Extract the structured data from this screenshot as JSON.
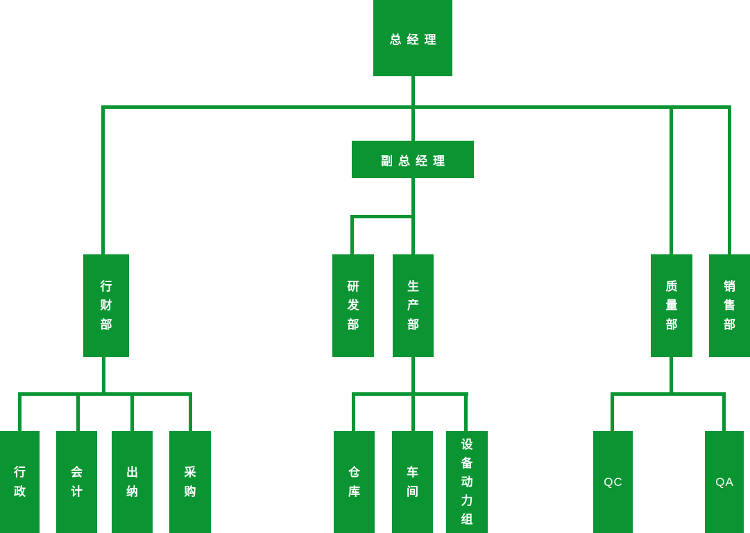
{
  "diagram": {
    "type": "org-chart",
    "colors": {
      "primary": "#0a9432",
      "text_on_primary": "#ffffff",
      "background": "#ffffff"
    },
    "nodes": {
      "gm": {
        "label": "总经理",
        "level": 1
      },
      "dgm": {
        "label": "副总经理",
        "level": 2
      },
      "admin_finance": {
        "label": "行财部",
        "level": 3
      },
      "rd": {
        "label": "研发部",
        "level": 3
      },
      "production": {
        "label": "生产部",
        "level": 3
      },
      "quality": {
        "label": "质量部",
        "level": 3
      },
      "sales": {
        "label": "销售部",
        "level": 3
      },
      "admin": {
        "label": "行政",
        "level": 4
      },
      "accounting": {
        "label": "会计",
        "level": 4
      },
      "cashier": {
        "label": "出纳",
        "level": 4
      },
      "purchasing": {
        "label": "采购",
        "level": 4
      },
      "warehouse": {
        "label": "仓库",
        "level": 4
      },
      "workshop": {
        "label": "车间",
        "level": 4
      },
      "equipment_power_group": {
        "label": "设备动力组",
        "level": 4
      },
      "qc": {
        "label": "QC",
        "level": 4
      },
      "qa": {
        "label": "QA",
        "level": 4
      }
    },
    "edges": [
      [
        "总经理",
        "行财部"
      ],
      [
        "总经理",
        "副总经理"
      ],
      [
        "总经理",
        "质量部"
      ],
      [
        "总经理",
        "销售部"
      ],
      [
        "副总经理",
        "研发部"
      ],
      [
        "副总经理",
        "生产部"
      ],
      [
        "行财部",
        "行政"
      ],
      [
        "行财部",
        "会计"
      ],
      [
        "行财部",
        "出纳"
      ],
      [
        "行财部",
        "采购"
      ],
      [
        "生产部",
        "仓库"
      ],
      [
        "生产部",
        "车间"
      ],
      [
        "生产部",
        "设备动力组"
      ],
      [
        "质量部",
        "QC"
      ],
      [
        "质量部",
        "QA"
      ]
    ]
  }
}
